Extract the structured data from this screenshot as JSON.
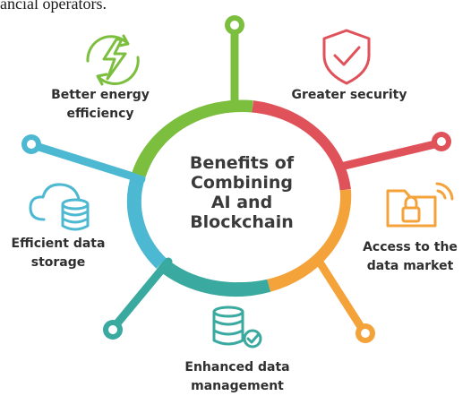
{
  "top_text": "ancial operators.",
  "center_title_lines": [
    "Benefits of",
    "Combining",
    "AI and",
    "Blockchain"
  ],
  "benefits": {
    "energy": {
      "lines": [
        "Better energy",
        "efficiency"
      ],
      "color": "#7cbf3f",
      "icon": "lightning-recycle-icon"
    },
    "security": {
      "lines": [
        "Greater security"
      ],
      "color": "#e0525a",
      "icon": "shield-check-icon"
    },
    "market": {
      "lines": [
        "Access to the",
        "data market"
      ],
      "color": "#f4a23a",
      "icon": "folder-lock-wifi-icon"
    },
    "management": {
      "lines": [
        "Enhanced data",
        "management"
      ],
      "color": "#3aa99f",
      "icon": "database-check-icon"
    },
    "storage": {
      "lines": [
        "Efficient data",
        "storage"
      ],
      "color": "#4db8d2",
      "icon": "cloud-database-icon"
    }
  }
}
